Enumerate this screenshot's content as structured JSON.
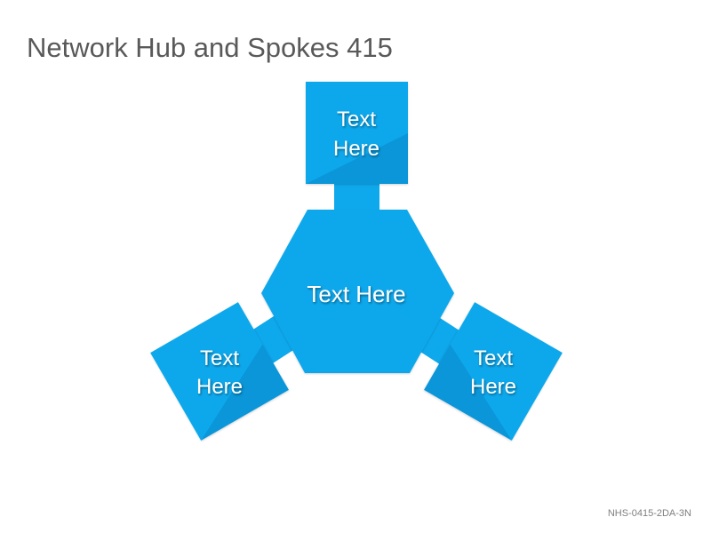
{
  "title": "Network Hub and Spokes 415",
  "code": "NHS-0415-2DA-3N",
  "colors": {
    "shape_fill": "#0ea8ec",
    "shape_shade": "#0a86c8",
    "text": "#ffffff",
    "title": "#595959"
  },
  "hub": {
    "label": "Text Here"
  },
  "spokes": [
    {
      "line1": "Text",
      "line2": "Here"
    },
    {
      "line1": "Text",
      "line2": "Here"
    },
    {
      "line1": "Text",
      "line2": "Here"
    }
  ]
}
